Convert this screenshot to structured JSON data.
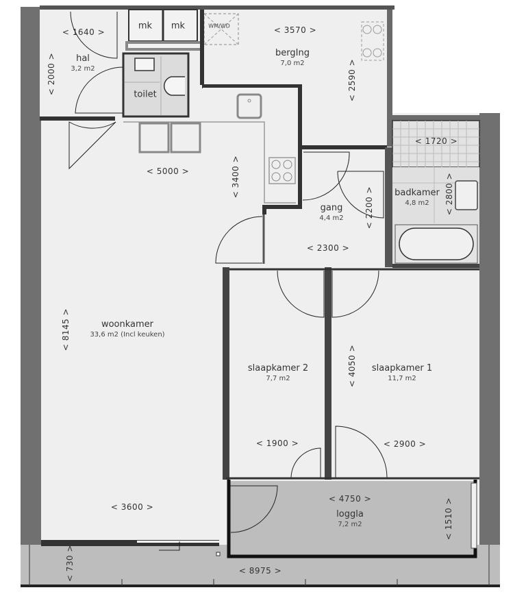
{
  "rooms": {
    "hal": {
      "name": "hal",
      "area": "3,2 m2"
    },
    "toilet": {
      "name": "toilet"
    },
    "berging": {
      "name": "bergIng",
      "area": "7,0 m2"
    },
    "badkamer": {
      "name": "badkamer",
      "area": "4,8 m2"
    },
    "gang": {
      "name": "gang",
      "area": "4,4 m2"
    },
    "woonkamer": {
      "name": "woonkamer",
      "area": "33,6 m2 (Incl keuken)"
    },
    "slaapkamer2": {
      "name": "slaapkamer 2",
      "area": "7,7 m2"
    },
    "slaapkamer1": {
      "name": "slaapkamer 1",
      "area": "11,7 m2"
    },
    "loggia": {
      "name": "loggla",
      "area": "7,2 m2"
    }
  },
  "fixtures": {
    "mk1": "mk",
    "mk2": "mk",
    "wm_wd": "WM/WD"
  },
  "dimensions": {
    "hal_width": "<  1640  >",
    "hal_height": "<  2000  >",
    "berging_width": "<  3570  >",
    "berging_height": "<  2590  >",
    "badkamer_width": "<  1720  >",
    "badkamer_height": "<  2800  >",
    "kitchen_width": "<  5000  >",
    "kitchen_height": "<  3400  >",
    "gang_width": "<  2300  >",
    "gang_height": "<  2200  >",
    "woonkamer_height": "<  8145  >",
    "woonkamer_width": "<  3600  >",
    "slaapkamer_height": "<  4050  >",
    "slaapkamer2_width": "<  1900  >",
    "slaapkamer1_width": "<  2900  >",
    "loggia_width": "<  4750  >",
    "loggia_height": "<  1510  >",
    "balcony_depth": "<  730  >",
    "total_width": "<  8975  >"
  },
  "colors": {
    "floor": "#efefef",
    "wall_dark": "#3a3a3a",
    "wall_outer": "#6e6e6e",
    "loggia": "#bdbdbd",
    "tile": "#e0e0e0"
  }
}
